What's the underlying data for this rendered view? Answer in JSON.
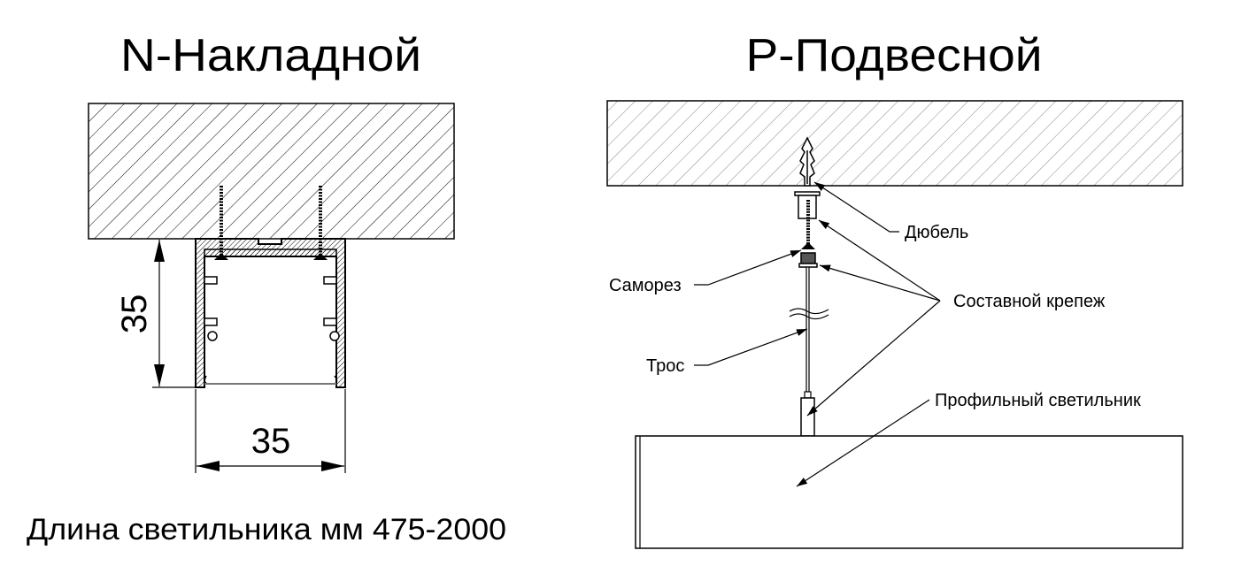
{
  "left": {
    "title": "N-Накладной",
    "dim_height": "35",
    "dim_width": "35",
    "length_note": "Длина светильника мм 475-2000"
  },
  "right": {
    "title": "P-Подвесной",
    "labels": {
      "dowel": "Дюбель",
      "screw": "Саморез",
      "fastener": "Составной крепеж",
      "cable": "Трос",
      "luminaire": "Профильный светильник"
    }
  }
}
